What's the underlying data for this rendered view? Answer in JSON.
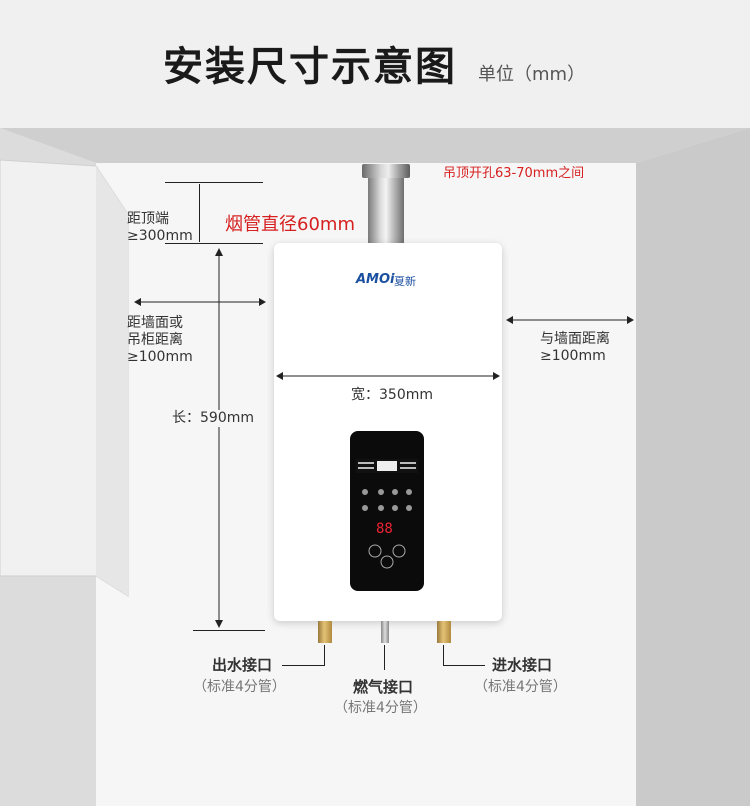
{
  "header": {
    "title": "安装尺寸示意图",
    "unit": "单位（mm）"
  },
  "dimensions": {
    "ceiling_hole": "吊顶开孔63-70mm之间",
    "flue_diameter": "烟管直径60mm",
    "top_distance": "距顶端\n≥300mm",
    "side_distance_left": "距墙面或\n吊柜距离\n≥100mm",
    "side_distance_right": "与墙面距离\n≥100mm",
    "width": "宽：350mm",
    "length": "长：590mm"
  },
  "heater": {
    "brand": "AMOi",
    "brand_cn": "夏新"
  },
  "connectors": {
    "outlet_label": "出水接口",
    "outlet_spec": "（标准4分管）",
    "gas_label": "燃气接口",
    "gas_spec": "（标准4分管）",
    "inlet_label": "进水接口",
    "inlet_spec": "（标准4分管）"
  },
  "colors": {
    "accent_red": "#d61f1f",
    "brand_blue": "#1b4fa0"
  }
}
